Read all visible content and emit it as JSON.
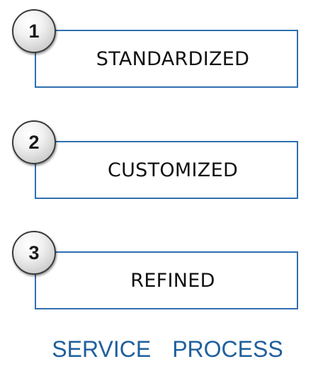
{
  "steps": [
    {
      "number": "1",
      "label": "STANDARDIZED"
    },
    {
      "number": "2",
      "label": "CUSTOMIZED"
    },
    {
      "number": "3",
      "label": "REFINED"
    }
  ],
  "footer": {
    "word1": "SERVICE",
    "word2": "PROCESS"
  },
  "colors": {
    "box_border": "#2f6fb0",
    "footer_text": "#1f5f9c"
  }
}
